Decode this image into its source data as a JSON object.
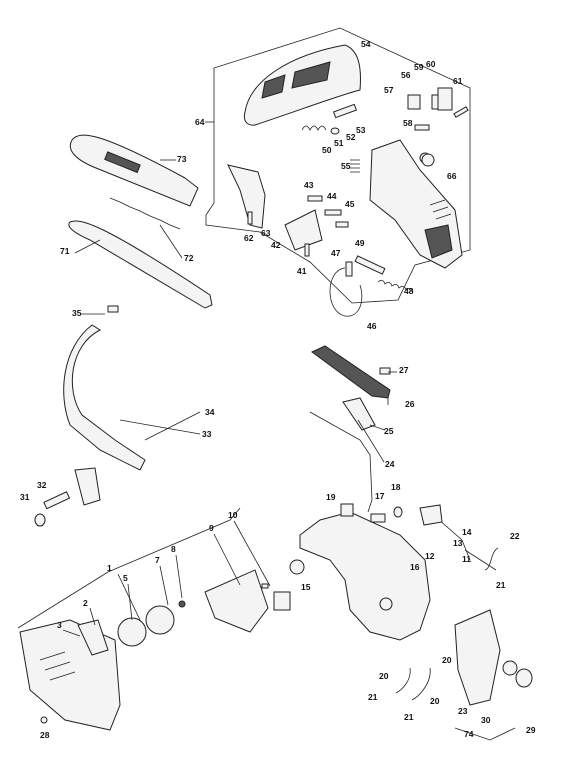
{
  "callouts": [
    "1",
    "2",
    "3",
    "5",
    "7",
    "8",
    "9",
    "10",
    "11",
    "12",
    "13",
    "14",
    "15",
    "16",
    "17",
    "18",
    "19",
    "20",
    "20",
    "20",
    "21",
    "21",
    "21",
    "22",
    "23",
    "24",
    "25",
    "26",
    "27",
    "28",
    "29",
    "30",
    "31",
    "32",
    "33",
    "34",
    "35",
    "41",
    "42",
    "43",
    "44",
    "45",
    "46",
    "47",
    "48",
    "49",
    "50",
    "51",
    "52",
    "53",
    "54",
    "55",
    "56",
    "57",
    "58",
    "59",
    "60",
    "61",
    "62",
    "63",
    "64",
    "66",
    "71",
    "72",
    "73",
    "74"
  ]
}
